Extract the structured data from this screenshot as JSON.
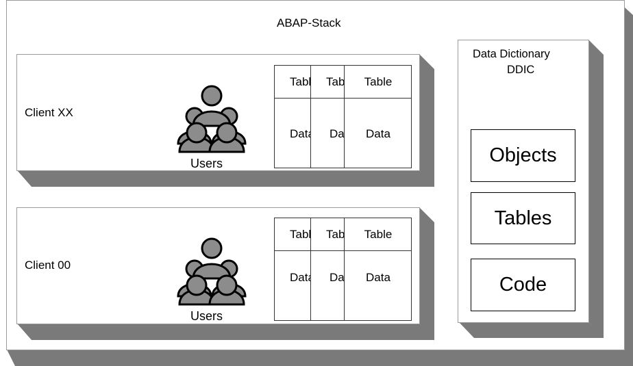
{
  "stack": {
    "title": "ABAP-Stack"
  },
  "clients": [
    {
      "name": "Client XX",
      "users_label": "Users",
      "tables": [
        {
          "header": "Table",
          "body": "Data"
        },
        {
          "header": "Table",
          "body": "Data"
        },
        {
          "header": "Table",
          "body": "Data"
        }
      ]
    },
    {
      "name": "Client 00",
      "users_label": "Users",
      "tables": [
        {
          "header": "Table",
          "body": "Data"
        },
        {
          "header": "Table",
          "body": "Data"
        },
        {
          "header": "Table",
          "body": "Data"
        }
      ]
    }
  ],
  "ddic": {
    "title_line1": "Data Dictionary",
    "title_line2": "DDIC",
    "items": [
      "Objects",
      "Tables",
      "Code"
    ]
  },
  "colors": {
    "shadow": "#7a7a7a",
    "border": "#9a9a9a",
    "figure": "#8c8c8c"
  }
}
